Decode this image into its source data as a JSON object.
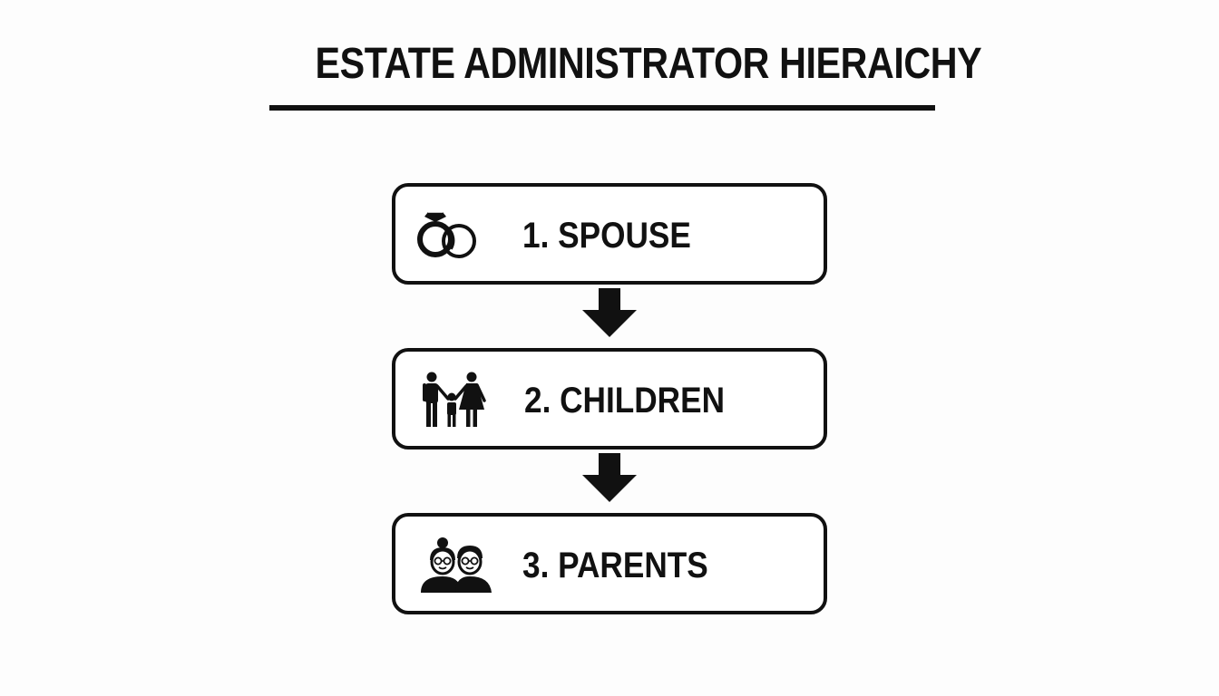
{
  "title": "ESTATE ADMINISTRATOR HIERAICHY",
  "steps": [
    {
      "label": "1. SPOUSE",
      "icon": "wedding-rings-icon"
    },
    {
      "label": "2. CHILDREN",
      "icon": "family-icon"
    },
    {
      "label": "3. PARENTS",
      "icon": "elderly-parents-icon"
    }
  ],
  "colors": {
    "background": "#fdfdfd",
    "ink": "#111111",
    "box_fill": "#ffffff"
  }
}
